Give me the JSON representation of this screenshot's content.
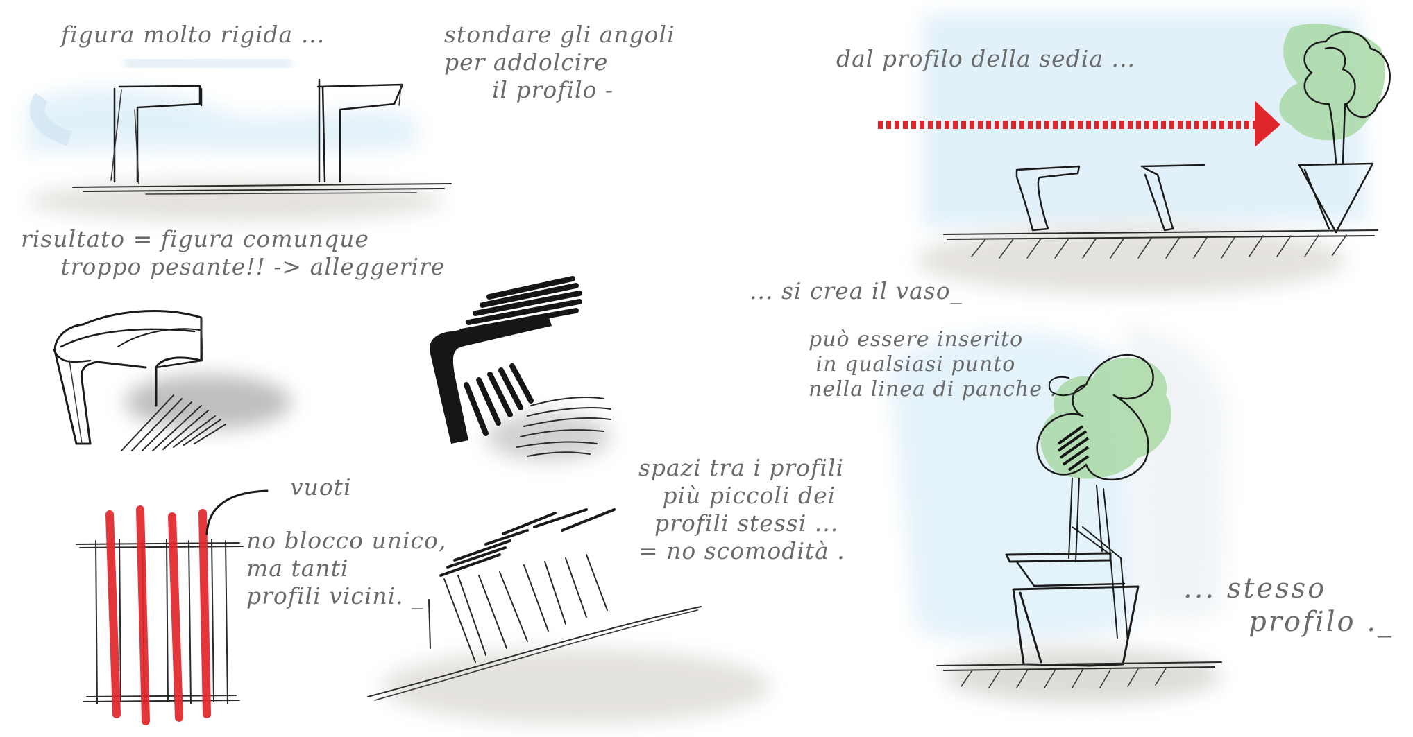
{
  "notes": {
    "rigid_figure": "figura molto rigida ...",
    "round_corners": "stondare gli angoli\nper addolcire\n      il profilo -",
    "result_heavy": "risultato = figura comunque\n     troppo pesante!! -> alleggerire",
    "voids": "vuoti",
    "no_single_block": "no blocco unico,\nma tanti\nprofili vicini. _",
    "spaces_between": "spazi tra i profili\n   più piccoli dei\n  profili stessi ...\n= no scomodità .",
    "chair_profile": "dal profilo della sedia ...",
    "vase_created": "... si crea il vaso_",
    "insert_anywhere": "può essere inserito\n in qualsiasi punto\nnella linea di panche .",
    "same_profile": "... stesso\n      profilo ._"
  },
  "colors": {
    "ink": "#1b1b1b",
    "text": "#6b6b6b",
    "accent_red": "#e0262b",
    "plant_green": "#a9d8a6",
    "wash_blue": "#dceef8",
    "wash_grey": "#e4e2de"
  },
  "icons": {
    "arrow": "red-dotted-arrow",
    "plant": "potted-plant"
  }
}
